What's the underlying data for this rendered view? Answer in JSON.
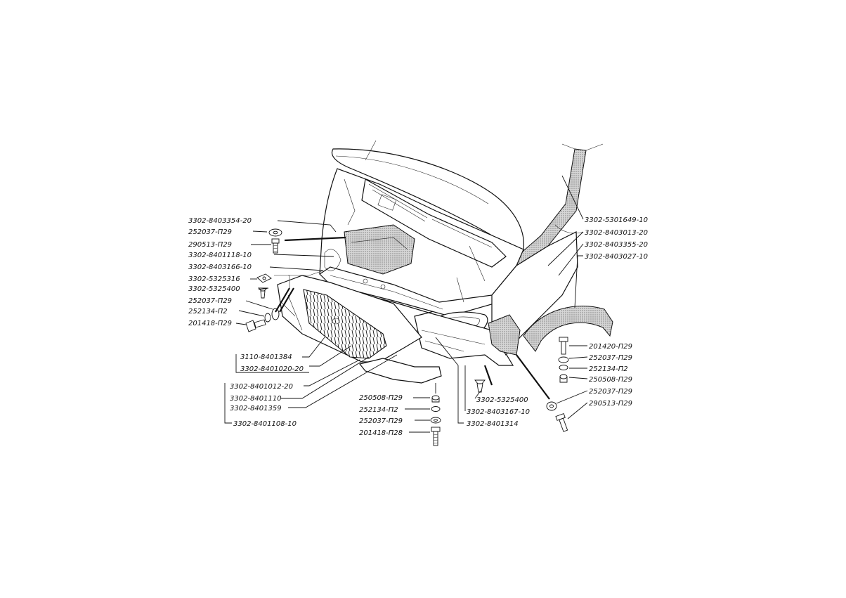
{
  "colors": {
    "ink": "#111111",
    "background": "#ffffff"
  },
  "labels_left": [
    "3302-8403354-20",
    "252037-П29",
    "290513-П29",
    "3302-8401118-10",
    "3302-8403166-10",
    "3302-5325316",
    "3302-5325400",
    "252037-П29",
    "252134-П2",
    "201418-П29"
  ],
  "labels_grille": [
    "3110-8401384",
    "3302-8401020-20"
  ],
  "labels_bumper": [
    "3302-8401012-20",
    "3302-8401110",
    "3302-8401359",
    "3302-8401108-10"
  ],
  "labels_center": [
    "250508-П29",
    "252134-П2",
    "252037-П29",
    "201418-П28"
  ],
  "labels_right_mid": [
    "3302-5325400",
    "3302-8403167-10",
    "3302-8401314"
  ],
  "labels_right_top": [
    "3302-5301649-10",
    "3302-8403013-20",
    "3302-8403355-20",
    "3302-8403027-10"
  ],
  "labels_right_stack": [
    "201420-П29",
    "252037-П29",
    "252134-П2",
    "250508-П29",
    "252037-П29",
    "290513-П29"
  ]
}
